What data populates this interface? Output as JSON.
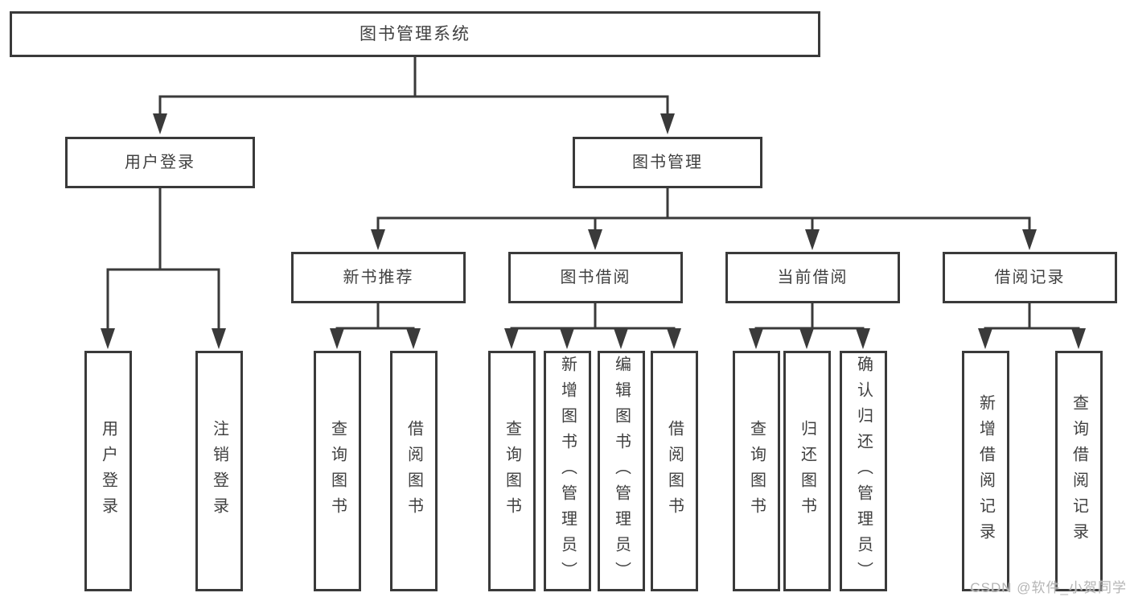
{
  "diagram": {
    "root": {
      "label": "图书管理系统",
      "children": [
        {
          "label": "用户登录",
          "children": [
            {
              "label": "用户登录"
            },
            {
              "label": "注销登录"
            }
          ]
        },
        {
          "label": "图书管理",
          "children": [
            {
              "label": "新书推荐",
              "children": [
                {
                  "label": "查询图书"
                },
                {
                  "label": "借阅图书"
                }
              ]
            },
            {
              "label": "图书借阅",
              "children": [
                {
                  "label": "查询图书"
                },
                {
                  "label": "新增图书（管理员）"
                },
                {
                  "label": "编辑图书（管理员）"
                },
                {
                  "label": "借阅图书"
                }
              ]
            },
            {
              "label": "当前借阅",
              "children": [
                {
                  "label": "查询图书"
                },
                {
                  "label": "归还图书"
                },
                {
                  "label": "确认归还（管理员）"
                }
              ]
            },
            {
              "label": "借阅记录",
              "children": [
                {
                  "label": "新增借阅记录"
                },
                {
                  "label": "查询借阅记录"
                }
              ]
            }
          ]
        }
      ]
    },
    "watermark": "CSDN @软件_小贺同学",
    "colors": {
      "line": "#3a3a3a",
      "text": "#404040",
      "watermark": "#b5b5b5"
    }
  }
}
